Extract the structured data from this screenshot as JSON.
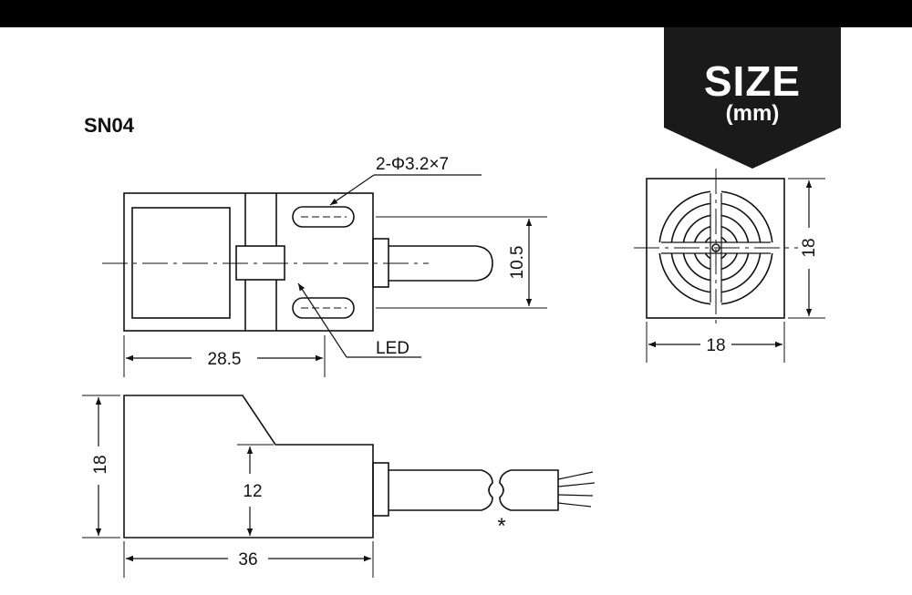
{
  "header": {
    "badge_title": "SIZE",
    "badge_subtitle": "(mm)"
  },
  "model_name": "SN04",
  "labels": {
    "hole_spec": "2-Φ3.2×7",
    "led": "LED",
    "dim_width_top": "28.5",
    "dim_cable_offset": "10.5",
    "dim_face_height": "18",
    "dim_face_width": "18",
    "dim_side_height": "18",
    "dim_step_height": "12",
    "dim_length": "36",
    "asterisk": "*"
  }
}
